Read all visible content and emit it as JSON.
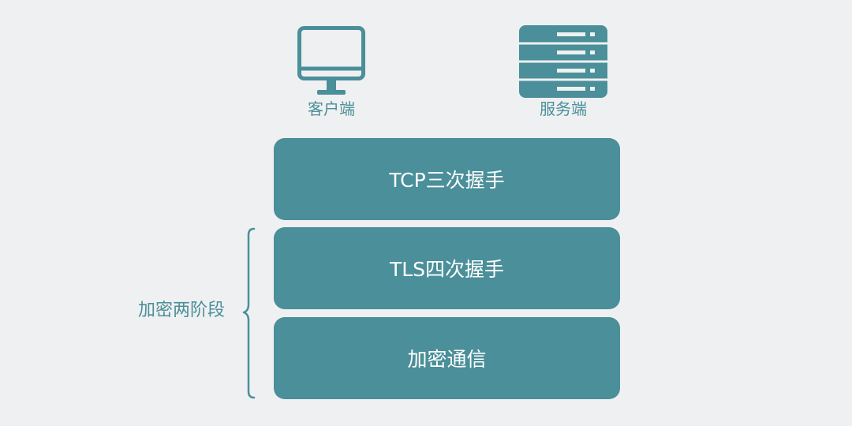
{
  "colors": {
    "background": "#eff0f2",
    "accent": "#4a8f99",
    "text_on_accent": "#ffffff"
  },
  "endpoints": {
    "client": {
      "label": "客户端",
      "icon": "monitor-icon"
    },
    "server": {
      "label": "服务端",
      "icon": "server-rack-icon"
    }
  },
  "layers": [
    {
      "label": "TCP三次握手"
    },
    {
      "label": "TLS四次握手"
    },
    {
      "label": "加密通信"
    }
  ],
  "phase": {
    "label": "加密两阶段"
  }
}
